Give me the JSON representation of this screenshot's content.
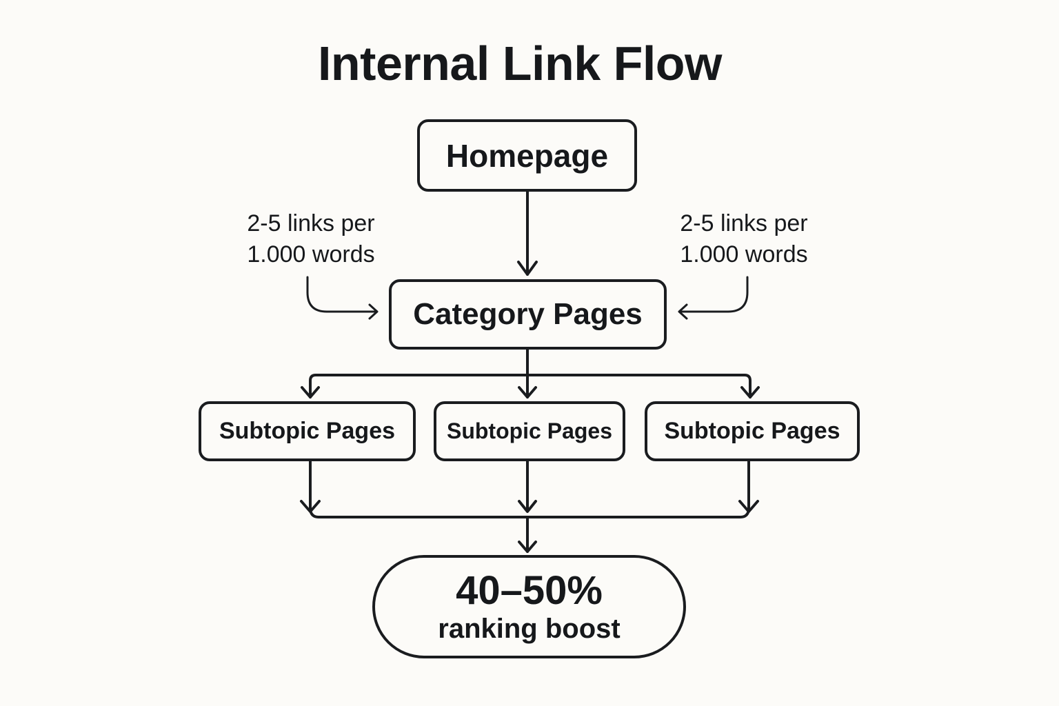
{
  "title": "Internal Link Flow",
  "nodes": {
    "homepage": "Homepage",
    "category": "Category Pages",
    "subtopics": [
      "Subtopic Pages",
      "Subtopic Pages",
      "Subtopic Pages"
    ],
    "result": {
      "value": "40–50%",
      "label": "ranking boost"
    }
  },
  "annotations": {
    "left": {
      "line1": "2-5 links per",
      "line2": "1.000 words"
    },
    "right": {
      "line1": "2-5 links per",
      "line2": "1.000 words"
    }
  }
}
